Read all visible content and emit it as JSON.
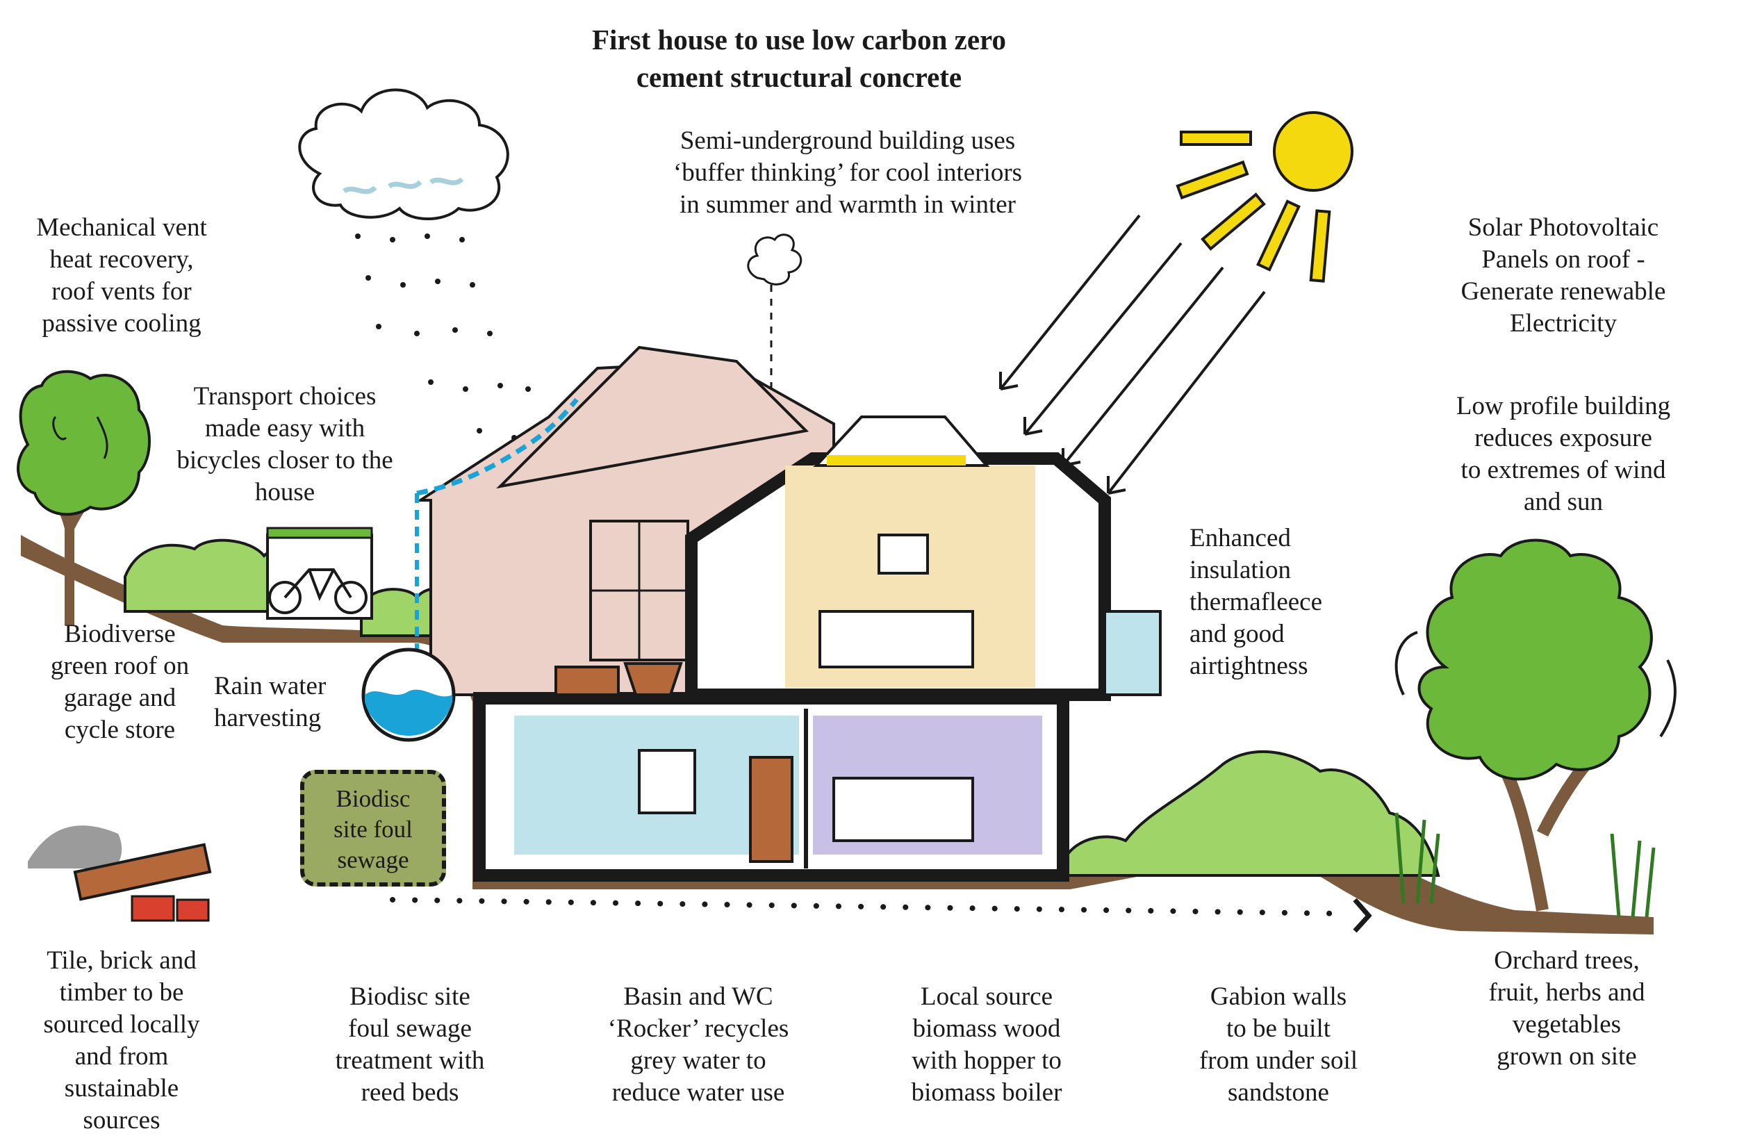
{
  "title": [
    "First house to use low carbon zero",
    "cement structural concrete"
  ],
  "labels": {
    "semi_underground": [
      "Semi-underground building uses",
      "‘buffer thinking’ for cool interiors",
      "in summer and warmth in winter"
    ],
    "mechanical_vent": [
      "Mechanical vent",
      "heat recovery,",
      "roof vents for",
      "passive cooling"
    ],
    "transport": [
      "Transport choices",
      "made easy with",
      "bicycles closer to the",
      "house"
    ],
    "solar_pv": [
      "Solar Photovoltaic",
      "Panels on roof -",
      "Generate renewable",
      "Electricity"
    ],
    "low_profile": [
      "Low profile building",
      "reduces exposure",
      "to extremes of wind",
      "and sun"
    ],
    "insulation": [
      "Enhanced",
      "insulation",
      "thermafleece",
      "and good",
      "airtightness"
    ],
    "green_roof": [
      "Biodiverse",
      "green roof on",
      "garage and",
      "cycle store"
    ],
    "rain_water": [
      "Rain water",
      "harvesting"
    ],
    "biodisc_box": [
      "Biodisc",
      "site foul",
      "sewage"
    ],
    "tile_brick": [
      "Tile, brick and",
      "timber to be",
      "sourced locally",
      "and from",
      "sustainable",
      "sources"
    ],
    "biodisc_site": [
      "Biodisc site",
      "foul sewage",
      "treatment with",
      "reed beds"
    ],
    "basin_wc": [
      "Basin and WC",
      "‘Rocker’ recycles",
      "grey water to",
      "reduce water use"
    ],
    "biomass": [
      "Local source",
      "biomass wood",
      "with hopper to",
      "biomass boiler"
    ],
    "gabion": [
      "Gabion walls",
      "to be built",
      "from under soil",
      "sandstone"
    ],
    "orchard": [
      "Orchard trees,",
      "fruit, herbs and",
      "vegetables",
      "grown on site"
    ]
  },
  "colors": {
    "ink": "#1a1a1a",
    "sun": "#f5d90f",
    "foliage": "#6bb83a",
    "foliage_light": "#9fd468",
    "soil": "#7b5a3e",
    "house_pink": "#ecd1c8",
    "bedroom_yellow": "#f6e3b5",
    "bath_blue": "#bfe3ea",
    "bedroom_lilac": "#c9c0e6",
    "water_blue": "#1aa3d6",
    "cloud_blue": "#a8cfdc",
    "biodisc_green": "#9aaa62",
    "brick_red": "#d9402e",
    "timber_brown": "#b5693a",
    "gravel_grey": "#9b9b9b"
  },
  "icons": [
    "cloud-icon",
    "rain-icon",
    "sun-icon",
    "tree-icon",
    "bicycle-icon",
    "water-tank-icon",
    "smoke-icon",
    "brick-pile-icon"
  ]
}
